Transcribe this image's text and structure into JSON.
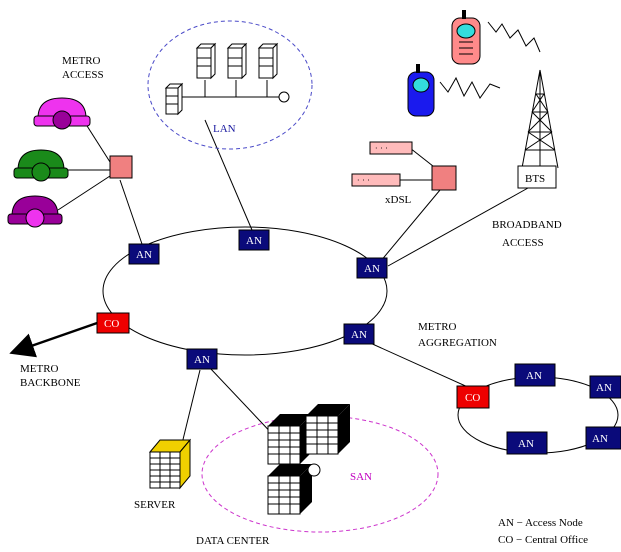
{
  "labels": {
    "metro_access_1": "METRO",
    "metro_access_2": "ACCESS",
    "lan": "LAN",
    "xdsl": "xDSL",
    "bts": "BTS",
    "broadband_1": "BROADBAND",
    "broadband_2": "ACCESS",
    "metro_agg_1": "METRO",
    "metro_agg_2": "AGGREGATION",
    "metro_backbone_1": "METRO",
    "metro_backbone_2": "BACKBONE",
    "server": "SERVER",
    "san": "SAN",
    "data_center": "DATA CENTER"
  },
  "nodes": {
    "an": "AN",
    "co": "CO"
  },
  "legend": {
    "an": "AN − Access Node",
    "co": "CO − Central Office"
  },
  "colors": {
    "an_fill": "#0a0a7a",
    "co_fill": "#ee0000",
    "access_box": "#f08080",
    "phone_magenta": "#ee33ee",
    "phone_green": "#1a8a1a",
    "phone_purple": "#990099",
    "phone_pink": "#ff8a8a",
    "phone_blue": "#1a1aee",
    "phone_screen": "#33dddd",
    "server_yellow": "#f0d000",
    "lan_ellipse": "#4a4ac8",
    "san_ellipse": "#cc33cc"
  }
}
